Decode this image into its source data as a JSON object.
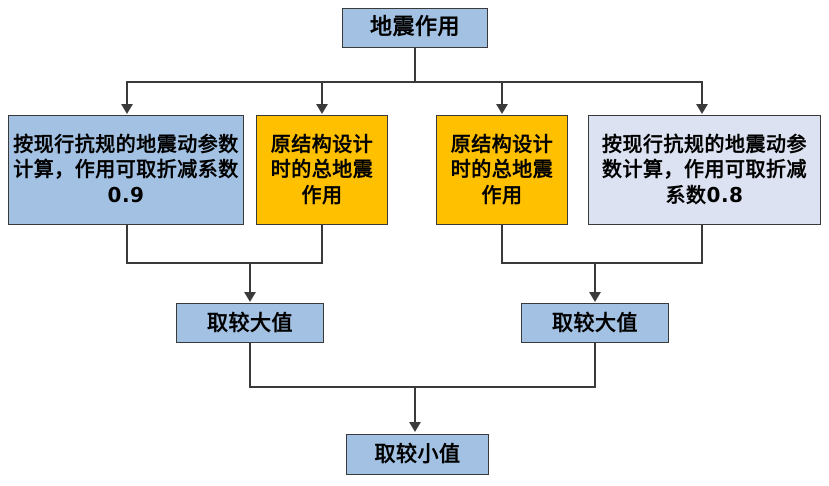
{
  "diagram": {
    "title_text": "地震作用",
    "type": "flowchart",
    "orientation": "top-down",
    "colors": {
      "blue_fill": "#a3c2e3",
      "light_blue_fill": "#dce2f1",
      "orange_fill": "#ffc000",
      "border": "#3a3a3a",
      "background": "#ffffff",
      "text": "#000000"
    },
    "nodes": {
      "root": {
        "id": "root",
        "text": "地震作用",
        "fill": "blue"
      },
      "branch_a": {
        "id": "branch-a",
        "text": "按现行抗规的地震动参数计算，作用可取折减系数０．９",
        "text_plain": "按现行抗规的地震动参数计算，作用可取折减系数0.9",
        "coefficient": "0.9",
        "fill": "blue"
      },
      "branch_b": {
        "id": "branch-b",
        "text": "原结构设计时的总地震作用",
        "fill": "orange"
      },
      "branch_c": {
        "id": "branch-c",
        "text": "原结构设计时的总地震作用",
        "fill": "orange"
      },
      "branch_d": {
        "id": "branch-d",
        "text": "按现行抗规的地震动参数计算，作用可取折减系数0.8",
        "coefficient": "0.8",
        "fill": "light_blue"
      },
      "max_left": {
        "id": "max-left",
        "text": "取较大值",
        "fill": "blue"
      },
      "max_right": {
        "id": "max-right",
        "text": "取较大值",
        "fill": "blue"
      },
      "min_final": {
        "id": "min-final",
        "text": "取较小值",
        "fill": "blue"
      }
    },
    "edges": [
      {
        "from": "root",
        "to": "branch_a"
      },
      {
        "from": "root",
        "to": "branch_b"
      },
      {
        "from": "root",
        "to": "branch_c"
      },
      {
        "from": "root",
        "to": "branch_d"
      },
      {
        "from": "branch_a",
        "to": "max_left"
      },
      {
        "from": "branch_b",
        "to": "max_left"
      },
      {
        "from": "branch_c",
        "to": "max_right"
      },
      {
        "from": "branch_d",
        "to": "max_right"
      },
      {
        "from": "max_left",
        "to": "min_final"
      },
      {
        "from": "max_right",
        "to": "min_final"
      }
    ]
  }
}
